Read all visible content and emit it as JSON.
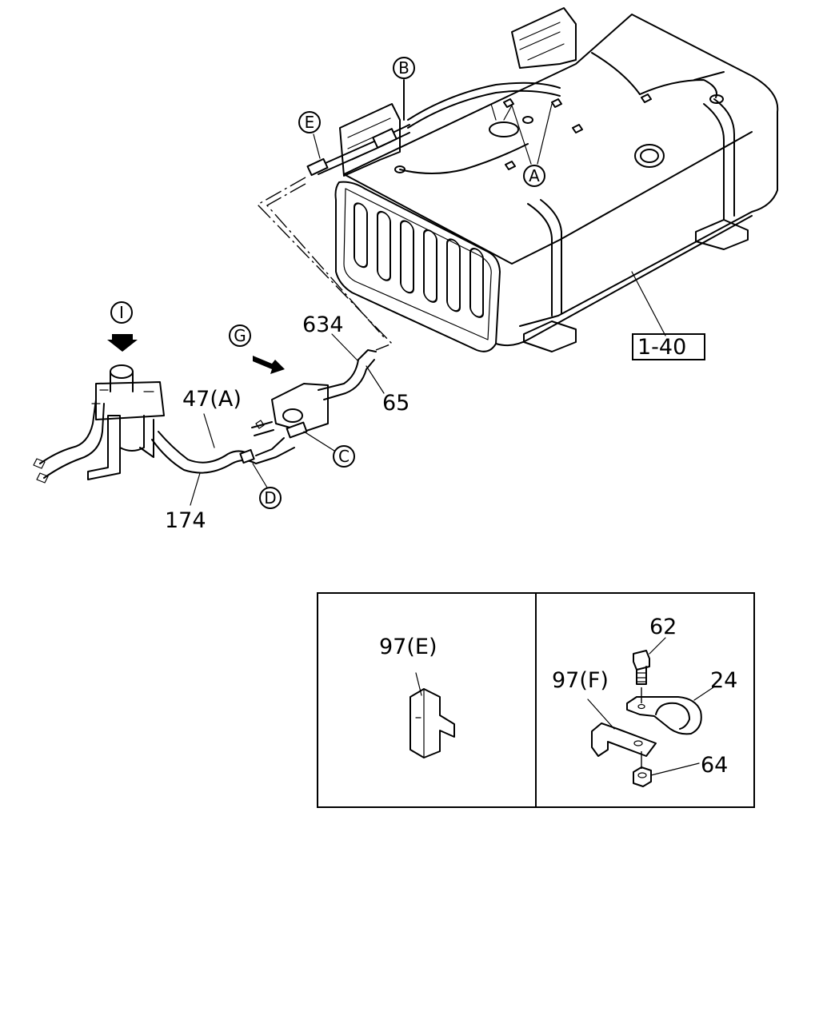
{
  "callouts": {
    "A": "A",
    "B": "B",
    "C": "C",
    "D": "D",
    "E": "E",
    "G": "G",
    "I": "I"
  },
  "part_labels": {
    "p634": "634",
    "p65": "65",
    "p47A": "47(A)",
    "p174": "174",
    "p1_40": "1-40",
    "p97E": "97(E)",
    "p97F": "97(F)",
    "p62": "62",
    "p24": "24",
    "p64": "64"
  }
}
